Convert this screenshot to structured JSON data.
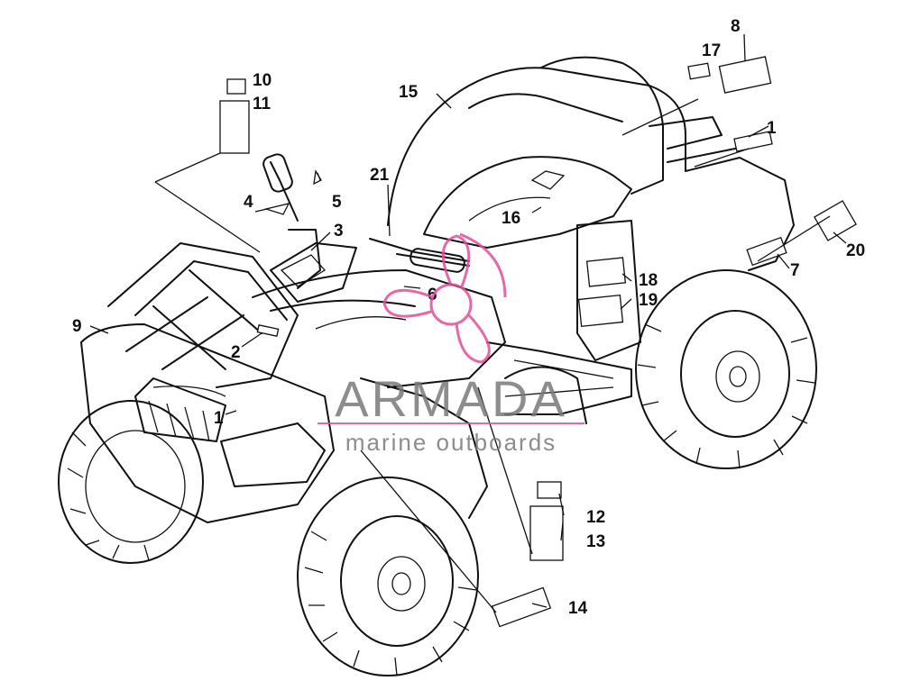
{
  "watermark": {
    "brand": "ARMADA",
    "tagline": "marine outboards",
    "color_primary": "#e0509a",
    "color_text": "#6d6d6d"
  },
  "callouts": {
    "c1a": "1",
    "c1b": "1",
    "c2": "2",
    "c3": "3",
    "c4": "4",
    "c5": "5",
    "c6": "6",
    "c7": "7",
    "c8": "8",
    "c9": "9",
    "c10": "10",
    "c11": "11",
    "c12": "12",
    "c13": "13",
    "c14": "14",
    "c15": "15",
    "c16": "16",
    "c17": "17",
    "c18": "18",
    "c19": "19",
    "c20": "20",
    "c21": "21"
  },
  "colors": {
    "line": "#111111",
    "background": "#ffffff"
  }
}
